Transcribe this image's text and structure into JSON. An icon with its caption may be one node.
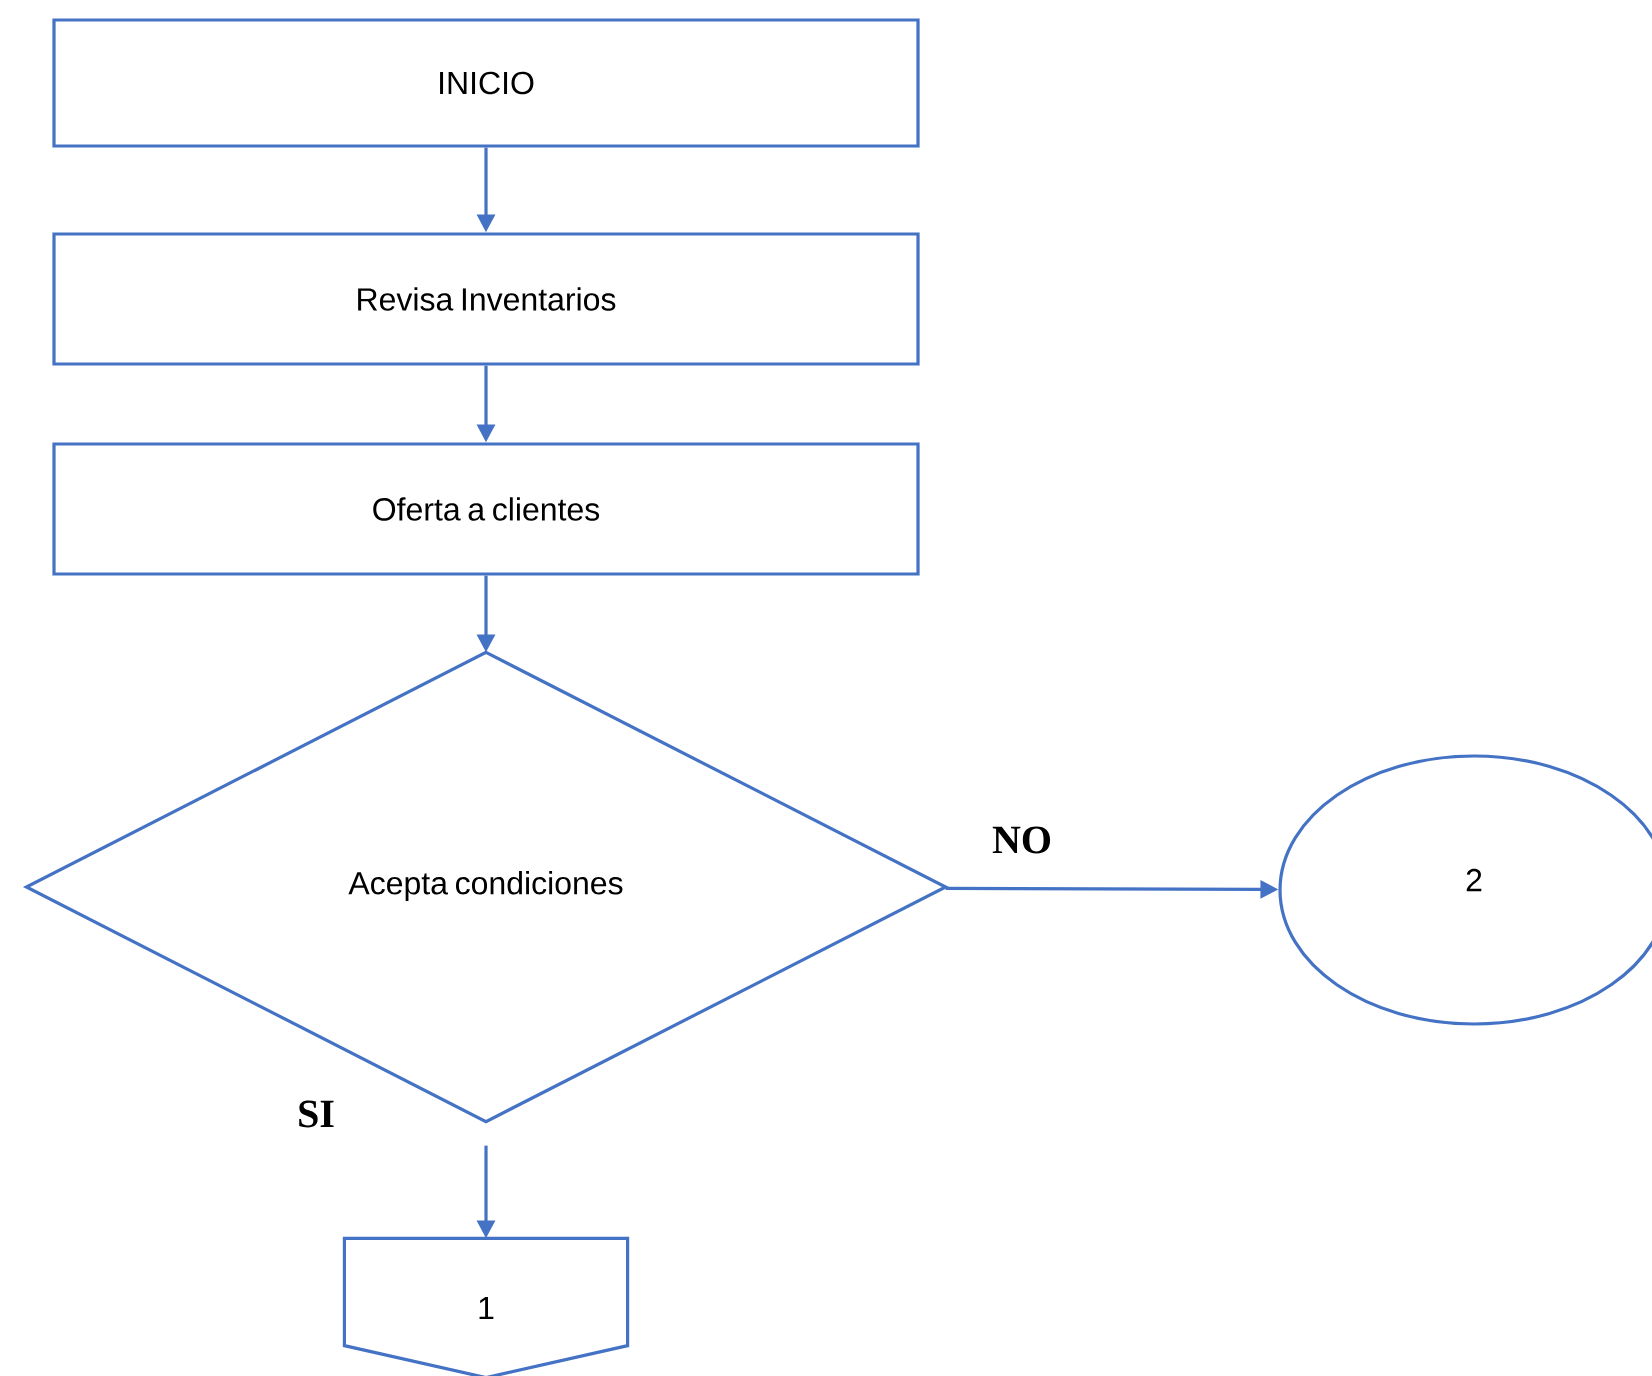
{
  "diagram": {
    "nodes": [
      {
        "text": [
          "INICIO"
        ]
      },
      {
        "text": [
          "Revisa Inventarios"
        ]
      },
      {
        "text": [
          "Oferta a clientes"
        ]
      },
      {
        "text": [
          "Acepta condiciones"
        ]
      },
      {
        "text": [
          "2"
        ]
      },
      {
        "text": [
          "1"
        ]
      }
    ],
    "edges": [
      {
        "from": 0,
        "to": 1,
        "arrow": "to"
      },
      {
        "from": 1,
        "to": 2,
        "arrow": "to"
      },
      {
        "from": 2,
        "to": 3,
        "arrow": "to"
      },
      {
        "from": 3,
        "to": 4,
        "arrow": "to",
        "label": "NO"
      },
      {
        "from": 3,
        "to": 5,
        "arrow": "to",
        "label": "SI"
      }
    ]
  }
}
